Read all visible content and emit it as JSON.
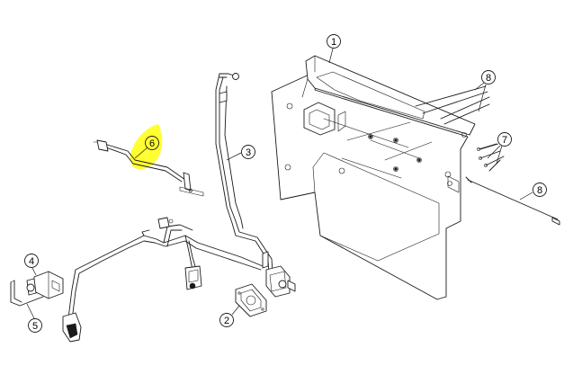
{
  "diagram": {
    "highlight_color": "#ffff33",
    "line_color": "#1a1a1a",
    "callouts": [
      {
        "label": "1"
      },
      {
        "label": "2"
      },
      {
        "label": "3"
      },
      {
        "label": "4"
      },
      {
        "label": "5"
      },
      {
        "label": "6"
      },
      {
        "label": "7"
      },
      {
        "label": "8"
      },
      {
        "label": "8"
      }
    ]
  }
}
